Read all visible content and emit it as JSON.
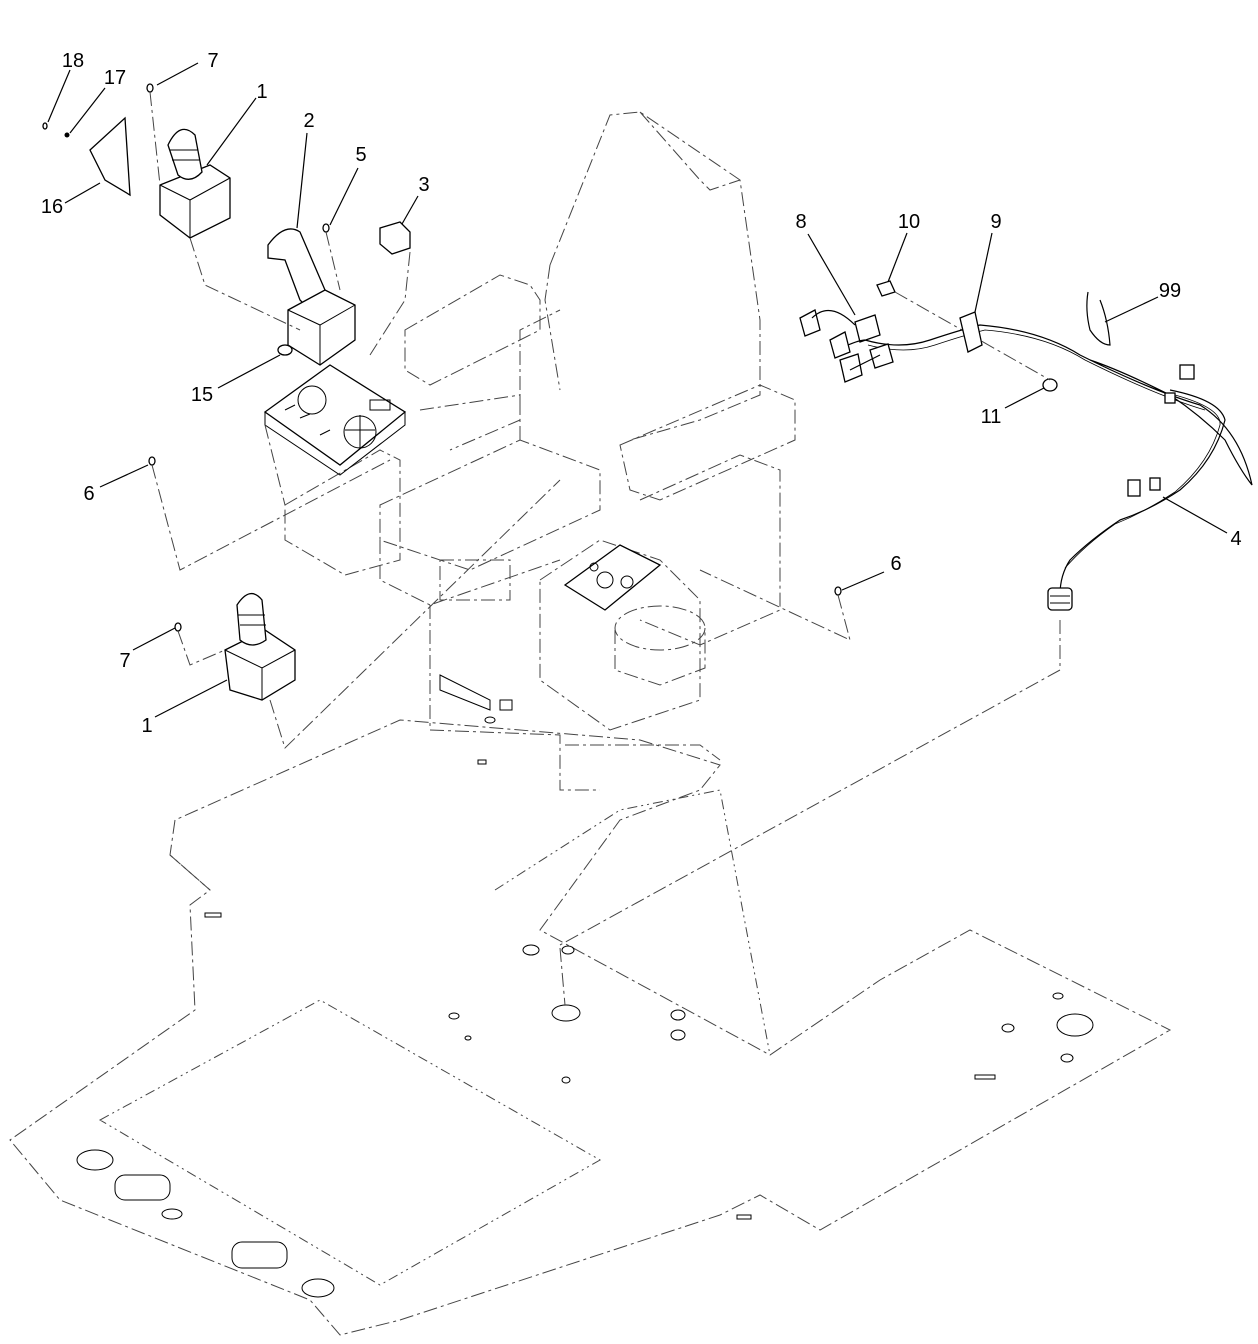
{
  "callouts": {
    "c18": "18",
    "c17": "17",
    "c7_top": "7",
    "c1_top": "1",
    "c16": "16",
    "c2": "2",
    "c5": "5",
    "c3": "3",
    "c15": "15",
    "c6_left": "6",
    "c8": "8",
    "c10": "10",
    "c9": "9",
    "c99": "99",
    "c11": "11",
    "c4": "4",
    "c6_right": "6",
    "c7_bottom": "7",
    "c1_bottom": "1"
  }
}
